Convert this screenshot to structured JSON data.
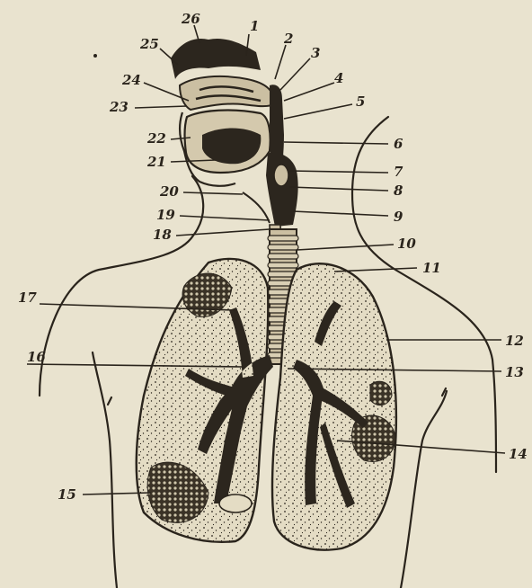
{
  "figure": {
    "labels": [
      {
        "id": "label-1",
        "text": "1"
      },
      {
        "id": "label-2",
        "text": "2"
      },
      {
        "id": "label-3",
        "text": "3"
      },
      {
        "id": "label-4",
        "text": "4"
      },
      {
        "id": "label-5",
        "text": "5"
      },
      {
        "id": "label-6",
        "text": "6"
      },
      {
        "id": "label-7",
        "text": "7"
      },
      {
        "id": "label-8",
        "text": "8"
      },
      {
        "id": "label-9",
        "text": "9"
      },
      {
        "id": "label-10",
        "text": "10"
      },
      {
        "id": "label-11",
        "text": "11"
      },
      {
        "id": "label-12",
        "text": "12"
      },
      {
        "id": "label-13",
        "text": "13"
      },
      {
        "id": "label-14",
        "text": "14"
      },
      {
        "id": "label-15",
        "text": "15"
      },
      {
        "id": "label-16",
        "text": "16"
      },
      {
        "id": "label-17",
        "text": "17"
      },
      {
        "id": "label-18",
        "text": "18"
      },
      {
        "id": "label-19",
        "text": "19"
      },
      {
        "id": "label-20",
        "text": "20"
      },
      {
        "id": "label-21",
        "text": "21"
      },
      {
        "id": "label-22",
        "text": "22"
      },
      {
        "id": "label-23",
        "text": "23"
      },
      {
        "id": "label-24",
        "text": "24"
      },
      {
        "id": "label-25",
        "text": "25"
      },
      {
        "id": "label-26",
        "text": "26"
      }
    ]
  }
}
